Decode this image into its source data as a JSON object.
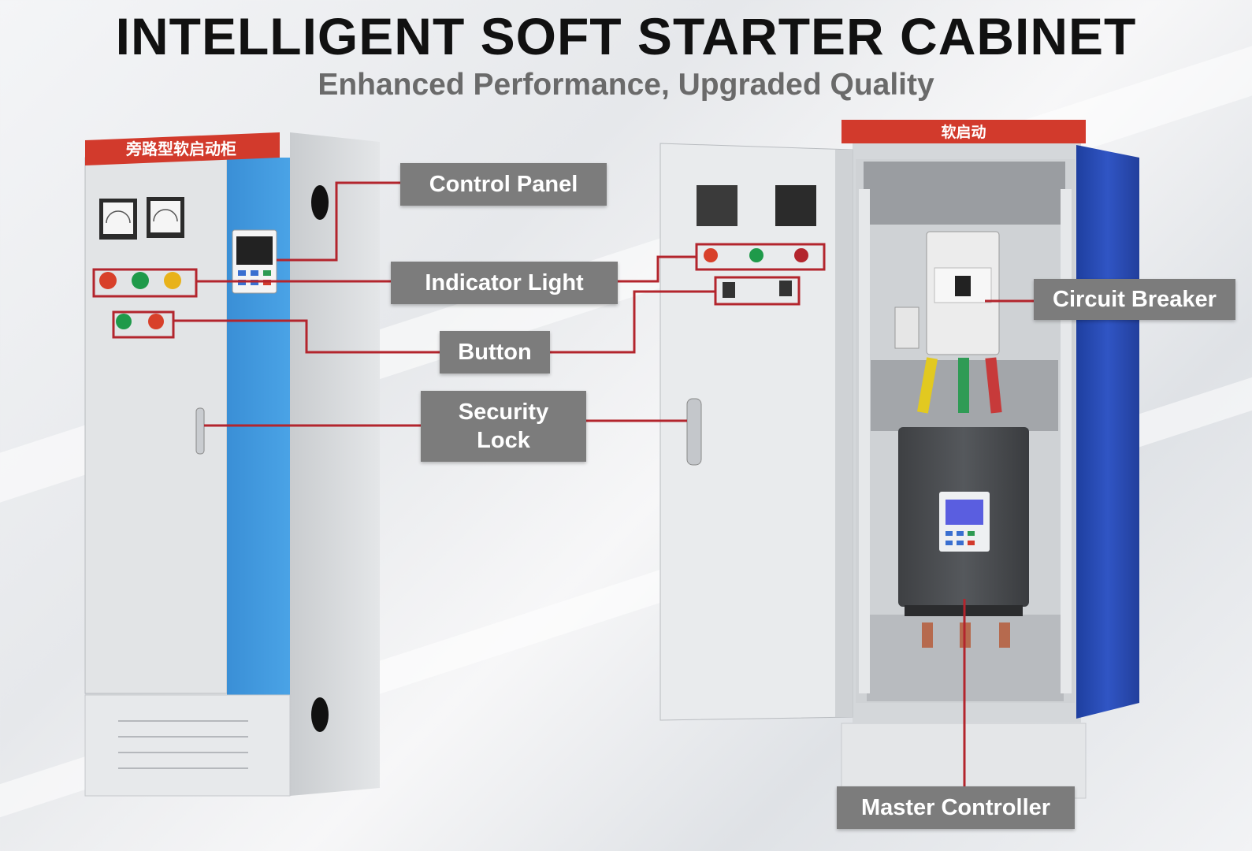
{
  "header": {
    "title": "INTELLIGENT SOFT STARTER CABINET",
    "subtitle": "Enhanced Performance, Upgraded Quality"
  },
  "cabinets": {
    "left_sign": "旁路型软启动柜",
    "right_sign": "软启动"
  },
  "callouts": {
    "control_panel": "Control Panel",
    "indicator_light": "Indicator Light",
    "button": "Button",
    "security_lock": "Security Lock",
    "circuit_breaker": "Circuit Breaker",
    "master_controller": "Master Controller"
  },
  "colors": {
    "sign_red": "#d23a2c",
    "leader_red": "#b3252d",
    "cabinet_blue": "#3f9ae0",
    "door_blue": "#2d4fb8",
    "label_gray": "#7c7c7c",
    "light_red": "#d8402a",
    "light_green": "#1f9a4a",
    "light_yellow": "#e8b21a"
  }
}
